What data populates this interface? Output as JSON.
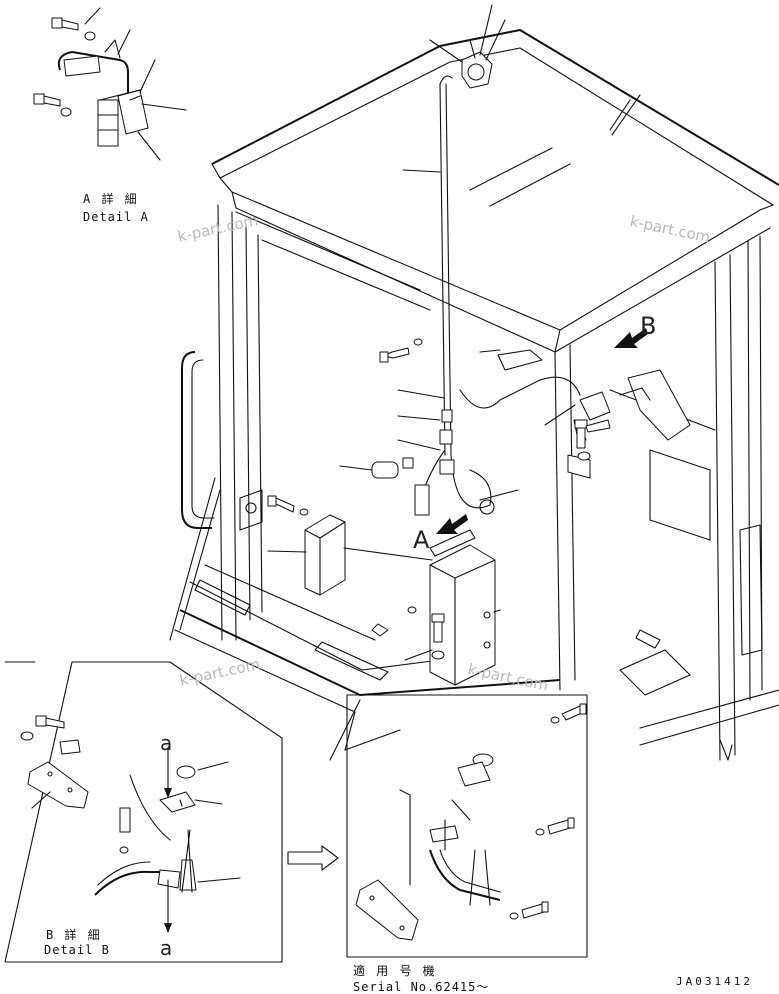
{
  "detail_a": {
    "jp": "A 詳 細",
    "en": "Detail A"
  },
  "detail_b": {
    "jp": "B 詳 細",
    "en": "Detail B"
  },
  "view_marks": {
    "a": "A",
    "b": "B"
  },
  "section_marks": {
    "top": "a",
    "bottom": "a"
  },
  "serial": {
    "jp": "適 用 号 機",
    "en": "Serial No.62415～"
  },
  "drawing_code": "JA031412",
  "watermark": "k-part.com"
}
